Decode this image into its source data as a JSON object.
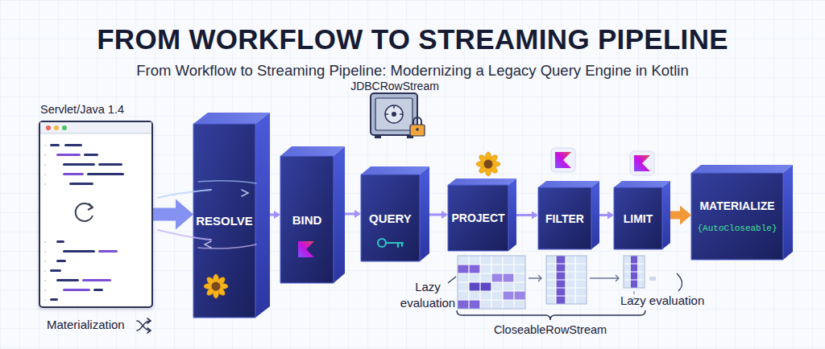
{
  "diagram": {
    "title": "FROM WORKFLOW TO STREAMING PIPELINE",
    "nodes": [
      {
        "text": [
          "Servlet/Java 1.4",
          "Materialization"
        ]
      },
      {
        "text": [
          "RESOLVE"
        ]
      },
      {
        "text": [
          "BIND"
        ]
      },
      {
        "text": [
          "QUERY"
        ]
      },
      {
        "text": [
          "PROJECT"
        ]
      },
      {
        "text": [
          "FILTER"
        ]
      },
      {
        "text": [
          "LIMIT"
        ]
      },
      {
        "text": [
          "MATERIALIZE",
          "{AutoCloseable}"
        ]
      }
    ],
    "edges": [
      {
        "from": 0,
        "to": 1,
        "arrow": "to"
      },
      {
        "from": 1,
        "to": 2,
        "arrow": "to"
      },
      {
        "from": 2,
        "to": 3,
        "arrow": "to"
      },
      {
        "from": 3,
        "to": 4,
        "arrow": "to"
      },
      {
        "from": 4,
        "to": 5,
        "arrow": "to"
      },
      {
        "from": 5,
        "to": 6,
        "arrow": "to"
      },
      {
        "from": 6,
        "to": 7,
        "arrow": "to"
      }
    ],
    "labels": [
      "From Workflow to Streaming Pipeline: Modernizing a Legacy Query Engine in Kotlin",
      "JDBCRowStream",
      "Lazy evaluation",
      "Lazy evaluation",
      "CloseableRowStream"
    ]
  }
}
